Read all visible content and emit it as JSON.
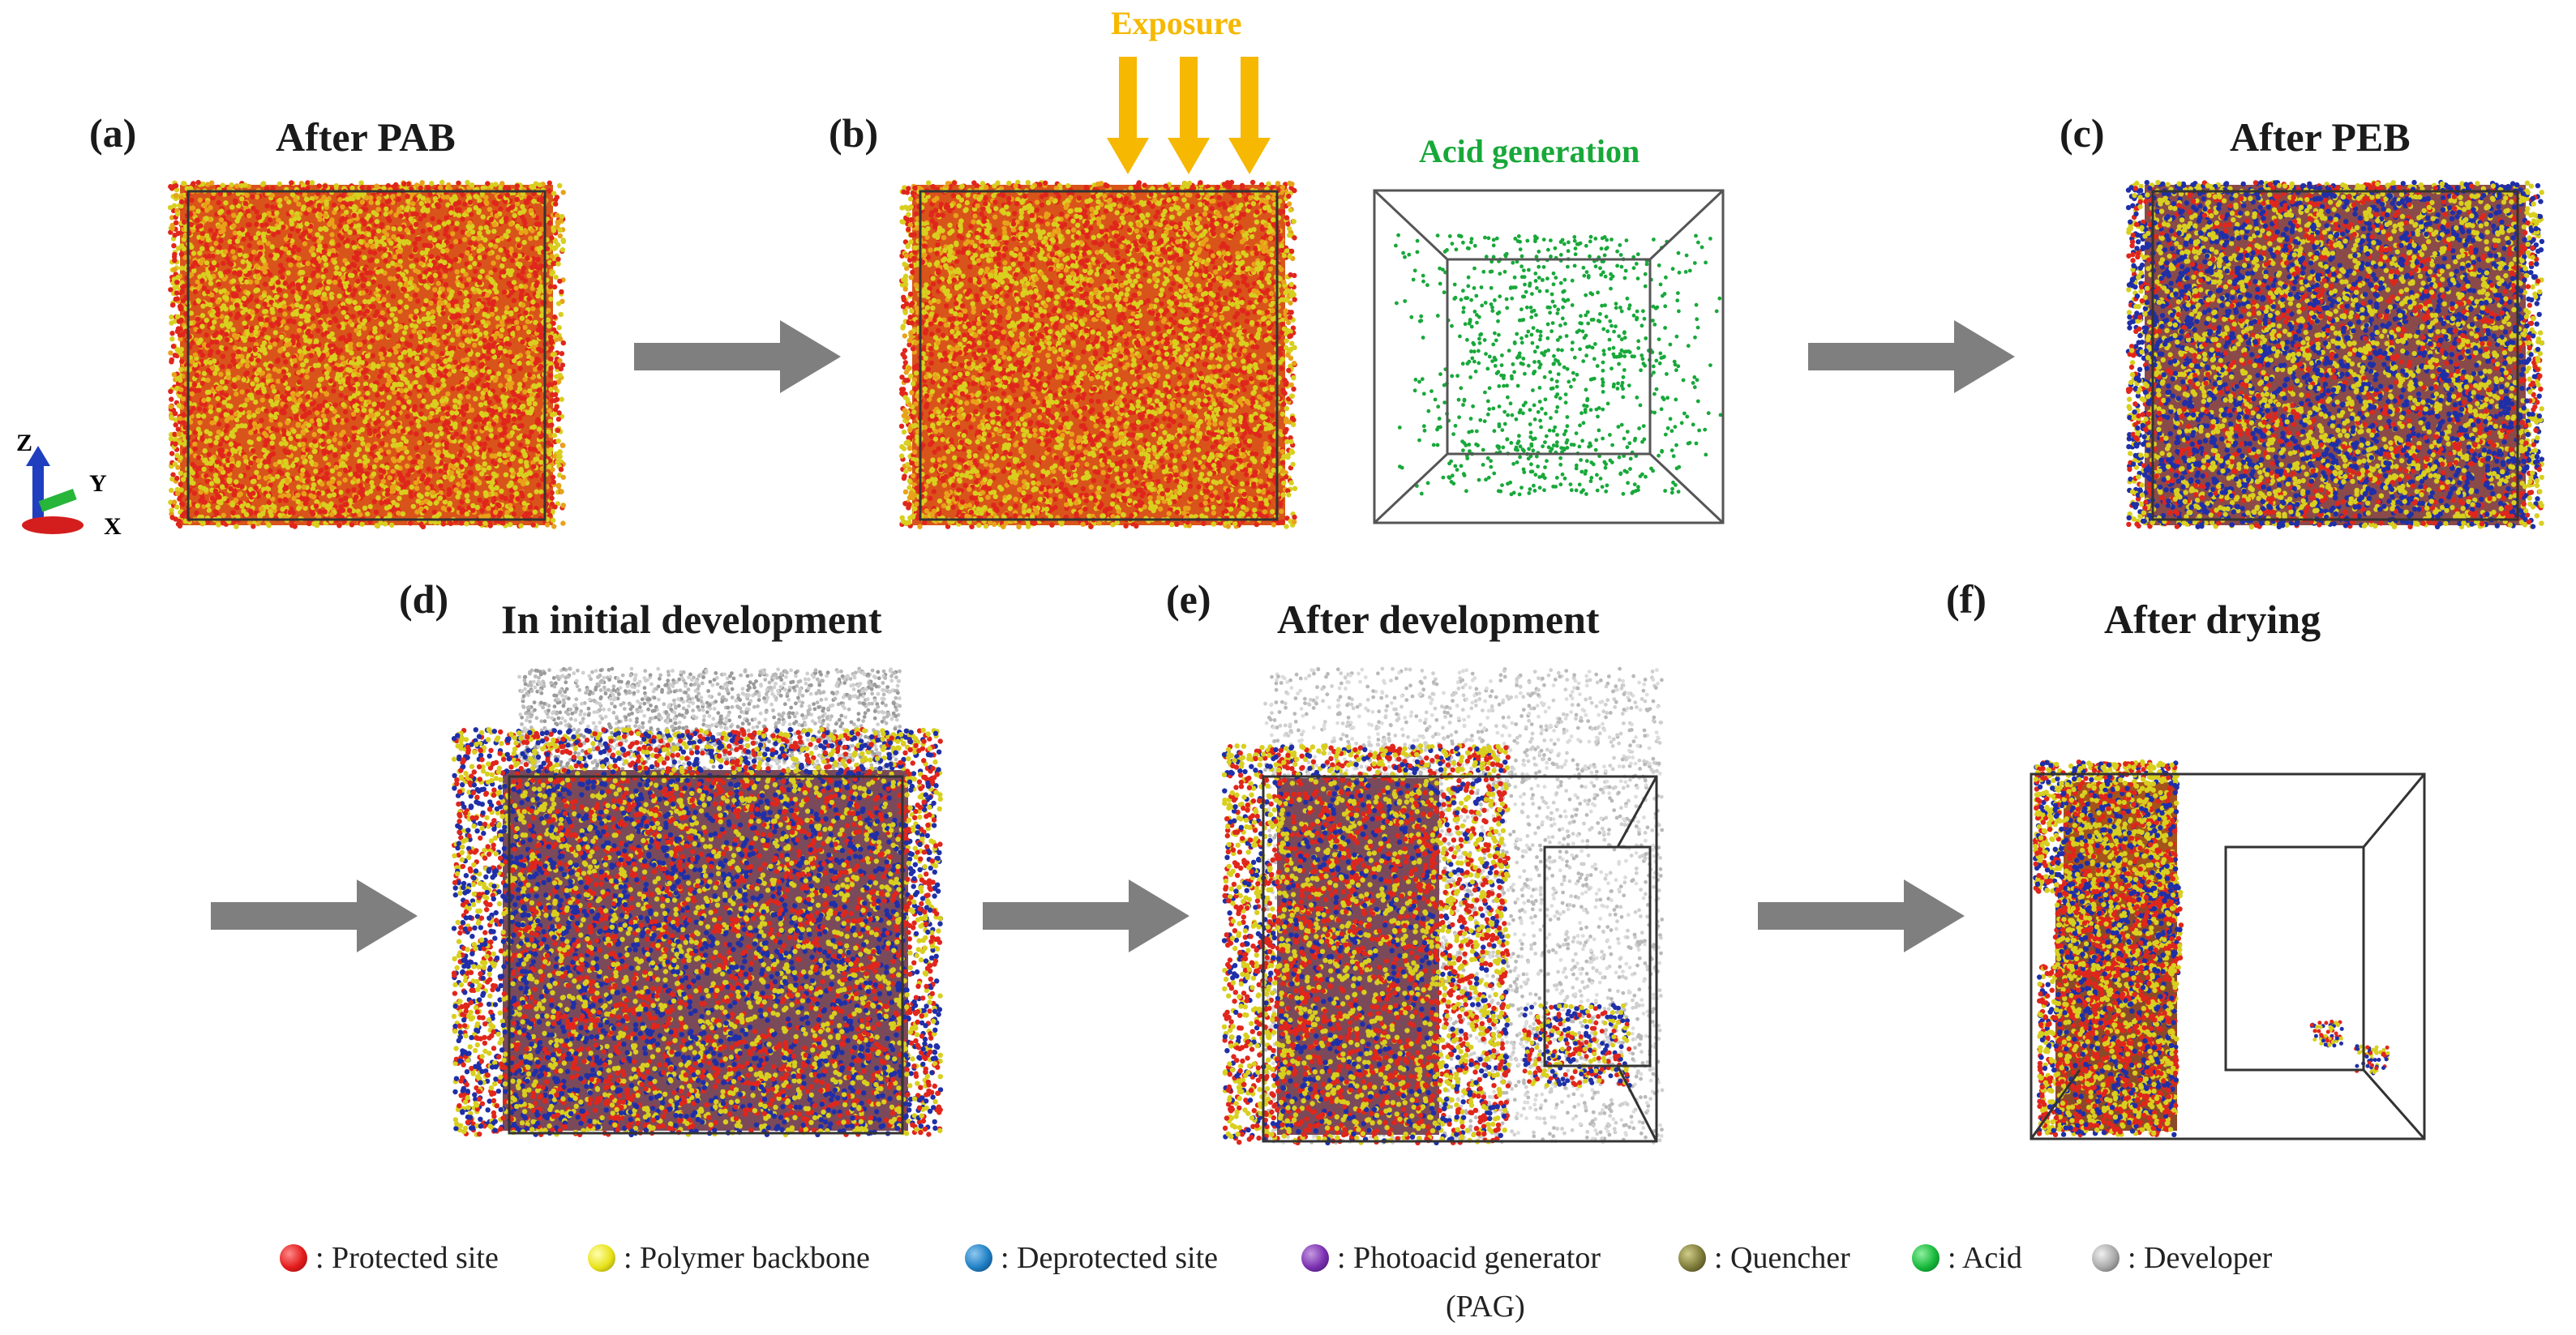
{
  "panels": {
    "a": {
      "letter": "(a)",
      "title": "After PAB"
    },
    "b": {
      "letter": "(b)",
      "exposure": "Exposure",
      "acid_title": "Acid generation"
    },
    "c": {
      "letter": "(c)",
      "title": "After PEB"
    },
    "d": {
      "letter": "(d)",
      "title": "In initial development"
    },
    "e": {
      "letter": "(e)",
      "title": "After development"
    },
    "f": {
      "letter": "(f)",
      "title": "After drying"
    }
  },
  "axes": {
    "z": "Z",
    "y": "Y",
    "x": "X"
  },
  "legend": [
    {
      "label": ": Protected site",
      "color": "#e31b1b"
    },
    {
      "label": ": Polymer backbone",
      "color": "#e8e21a"
    },
    {
      "label": ": Deprotected site",
      "color": "#1f7fc4"
    },
    {
      "label": ": Photoacid generator",
      "sub": "(PAG)",
      "color": "#7a2fb0"
    },
    {
      "label": ": Quencher",
      "color": "#7d7a3a"
    },
    {
      "label": ": Acid",
      "color": "#17b83a"
    },
    {
      "label": ": Developer",
      "color": "#a8a8a8"
    }
  ],
  "colors": {
    "arrow": "#7f7f7f",
    "exposure": "#f6b800",
    "acid": "#18a83a"
  }
}
